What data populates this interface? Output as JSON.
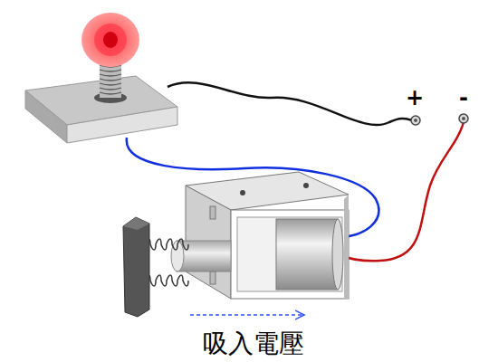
{
  "diagram": {
    "labels": [
      "+",
      "-",
      "吸入電壓"
    ]
  }
}
